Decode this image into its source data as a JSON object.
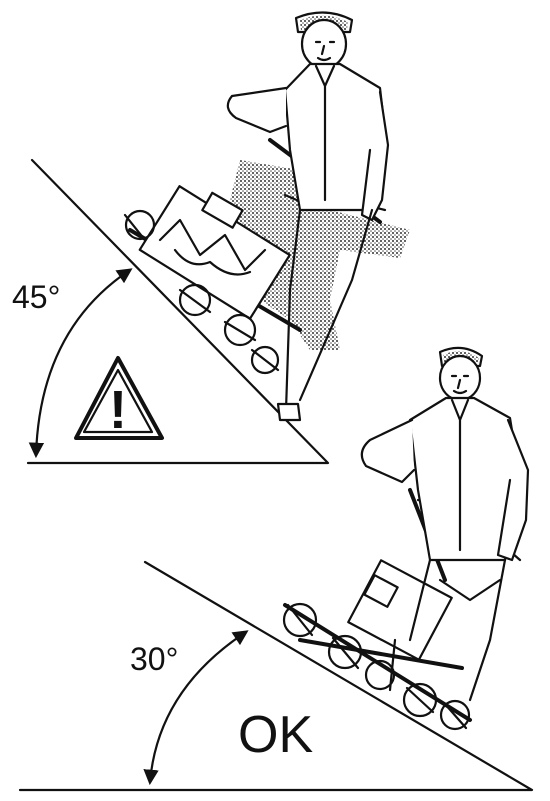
{
  "steep_slope": {
    "angle_label": "45°",
    "warning_symbol": "!"
  },
  "safe_slope": {
    "angle_label": "30°",
    "status_label": "OK"
  },
  "colors": {
    "ink": "#111111",
    "background": "#ffffff"
  }
}
